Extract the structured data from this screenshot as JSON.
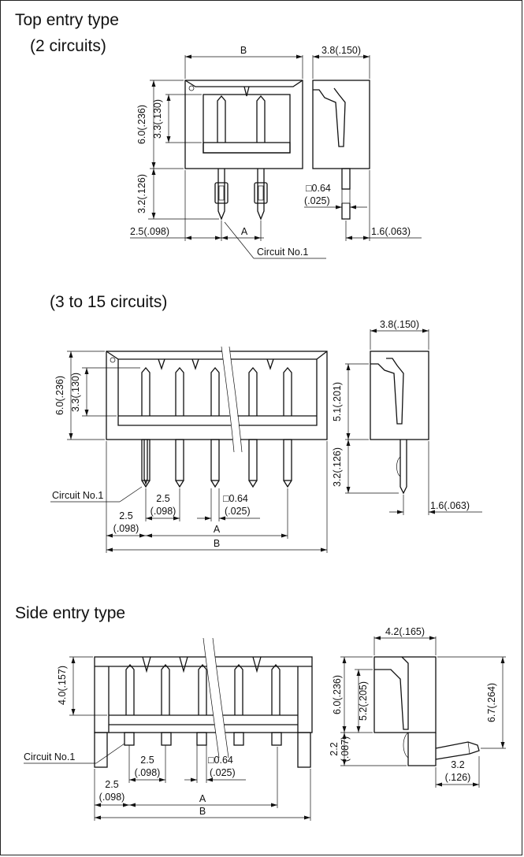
{
  "headings": {
    "top_entry": "Top entry type",
    "two_circuits": "(2 circuits)",
    "three_to_fifteen": "(3 to 15 circuits)",
    "side_entry": "Side entry type"
  },
  "dims": {
    "two": {
      "B": "B",
      "depth": "3.8(.150)",
      "height": "6.0(.236)",
      "inner": "3.3(.130)",
      "pin": "3.2(.126)",
      "pin_sq": "□0.64",
      "pin_sq_in": "(.025)",
      "pitch_side": "2.5(.098)",
      "A": "A",
      "tail": "1.6(.063)",
      "circuit": "Circuit No.1"
    },
    "multi": {
      "depth": "3.8(.150)",
      "height": "6.0(.236)",
      "inner": "3.3(.130)",
      "side_h": "5.1(.201)",
      "pin": "3.2(.126)",
      "tail": "1.6(.063)",
      "circuit": "Circuit No.1",
      "pitch": "2.5",
      "pitch_in": "(.098)",
      "pin_sq": "□0.64",
      "pin_sq_in": "(.025)",
      "edge": "2.5",
      "edge_in": "(.098)",
      "A": "A",
      "B": "B"
    },
    "side": {
      "depth": "4.2(.165)",
      "front_h": "4.0(.157)",
      "height": "6.0(.236)",
      "inner": "5.2(.205)",
      "overall": "6.7(.264)",
      "low": "2.2",
      "low_in": "(.087)",
      "tail": "3.2",
      "tail_in": "(.126)",
      "circuit": "Circuit No.1",
      "pitch": "2.5",
      "pitch_in": "(.098)",
      "pin_sq": "□0.64",
      "pin_sq_in": "(.025)",
      "edge": "2.5",
      "edge_in": "(.098)",
      "A": "A",
      "B": "B"
    }
  }
}
